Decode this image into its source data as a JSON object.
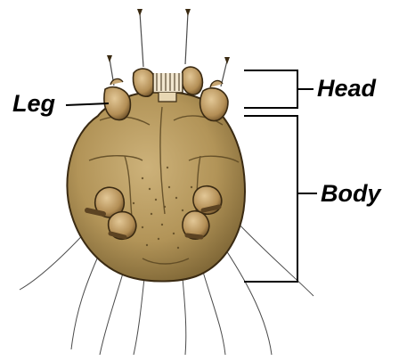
{
  "labels": {
    "leg": "Leg",
    "head": "Head",
    "body": "Body"
  },
  "colors": {
    "body_fill": "#b59a5c",
    "body_shadow": "#7a6336",
    "leg_fill": "#c7a672",
    "leg_dark": "#5c4322",
    "outline": "#3a2a12",
    "hair": "#3d3d3d",
    "line": "#000000"
  }
}
